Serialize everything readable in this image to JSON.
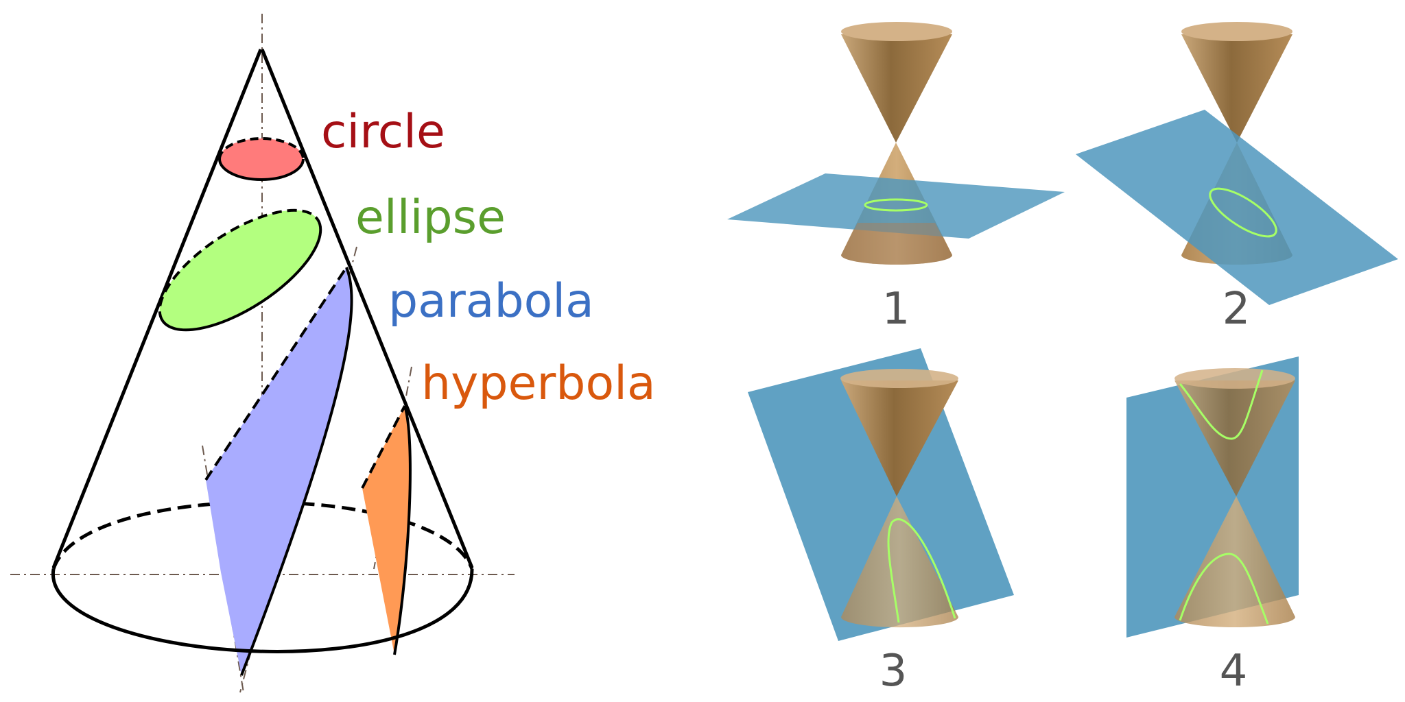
{
  "labels": {
    "circle": "circle",
    "ellipse": "ellipse",
    "parabola": "parabola",
    "hyperbola": "hyperbola"
  },
  "panels": [
    "1",
    "2",
    "3",
    "4"
  ],
  "colors": {
    "circle_text": "#a50f15",
    "circle_fill": "#ff7b7b",
    "ellipse_text": "#5a9e2d",
    "ellipse_fill": "#b3ff7f",
    "parabola_text": "#3b70c4",
    "parabola_fill": "#a9acff",
    "hyperbola_text": "#d9580d",
    "hyperbola_fill": "#ff9a55",
    "cone": "#b48a52",
    "plane": "#4f97bd",
    "curve": "#a6ff66",
    "panel_number": "#555555"
  }
}
